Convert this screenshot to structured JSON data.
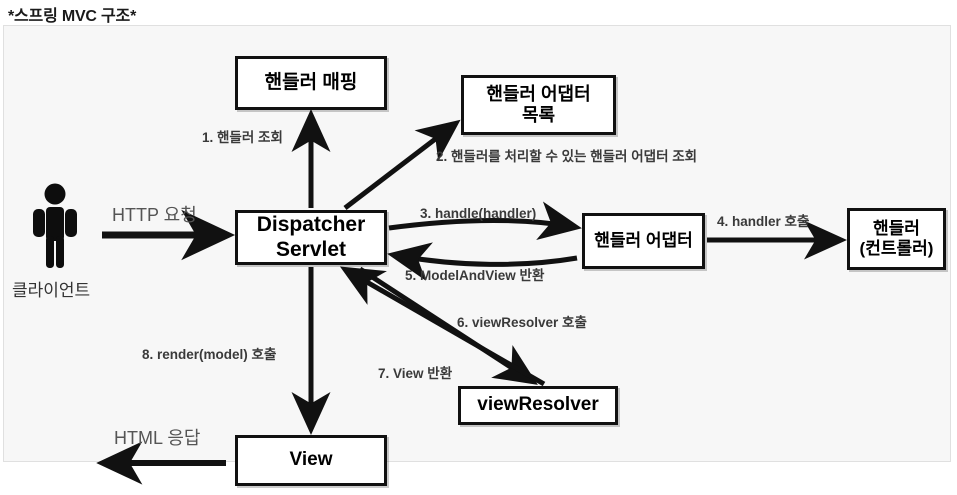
{
  "page": {
    "title": "*스프링 MVC 구조*"
  },
  "diagram": {
    "type": "flow-diagram",
    "nodes": [
      {
        "id": "handler-mapping",
        "label": "핸들러 매핑"
      },
      {
        "id": "adapter-list",
        "label": "핸들러 어댑터\n목록"
      },
      {
        "id": "dispatcher",
        "label": "Dispatcher\nServlet"
      },
      {
        "id": "handler-adapter",
        "label": "핸들러 어댑터"
      },
      {
        "id": "controller",
        "label": "핸들러\n(컨트롤러)"
      },
      {
        "id": "view-resolver",
        "label": "viewResolver"
      },
      {
        "id": "view",
        "label": "View"
      }
    ],
    "edges": [
      {
        "id": "step1",
        "label": "1. 핸들러 조회",
        "from": "dispatcher",
        "to": "handler-mapping"
      },
      {
        "id": "step2",
        "label": "2. 핸들러를 처리할 수 있는 핸들러 어댑터 조회",
        "from": "dispatcher",
        "to": "adapter-list"
      },
      {
        "id": "step3",
        "label": "3. handle(handler)",
        "from": "dispatcher",
        "to": "handler-adapter"
      },
      {
        "id": "step4",
        "label": "4. handler 호출",
        "from": "handler-adapter",
        "to": "controller"
      },
      {
        "id": "step5",
        "label": "5. ModelAndView 반환",
        "from": "handler-adapter",
        "to": "dispatcher"
      },
      {
        "id": "step6",
        "label": "6. viewResolver 호출",
        "from": "dispatcher",
        "to": "view-resolver"
      },
      {
        "id": "step7",
        "label": "7. View 반환",
        "from": "view-resolver",
        "to": "dispatcher"
      },
      {
        "id": "step8",
        "label": "8. render(model) 호출",
        "from": "dispatcher",
        "to": "view"
      }
    ],
    "external": {
      "client_label": "클라이언트",
      "client_icon": "person-icon",
      "http_request_label": "HTTP 요청",
      "http_response_label": "HTML 응답"
    },
    "colors": {
      "background": "#f7f7f7",
      "node_border": "#111111",
      "node_fill": "#ffffff",
      "edge_label": "#3a3a3a",
      "flow_label": "#555555"
    }
  }
}
